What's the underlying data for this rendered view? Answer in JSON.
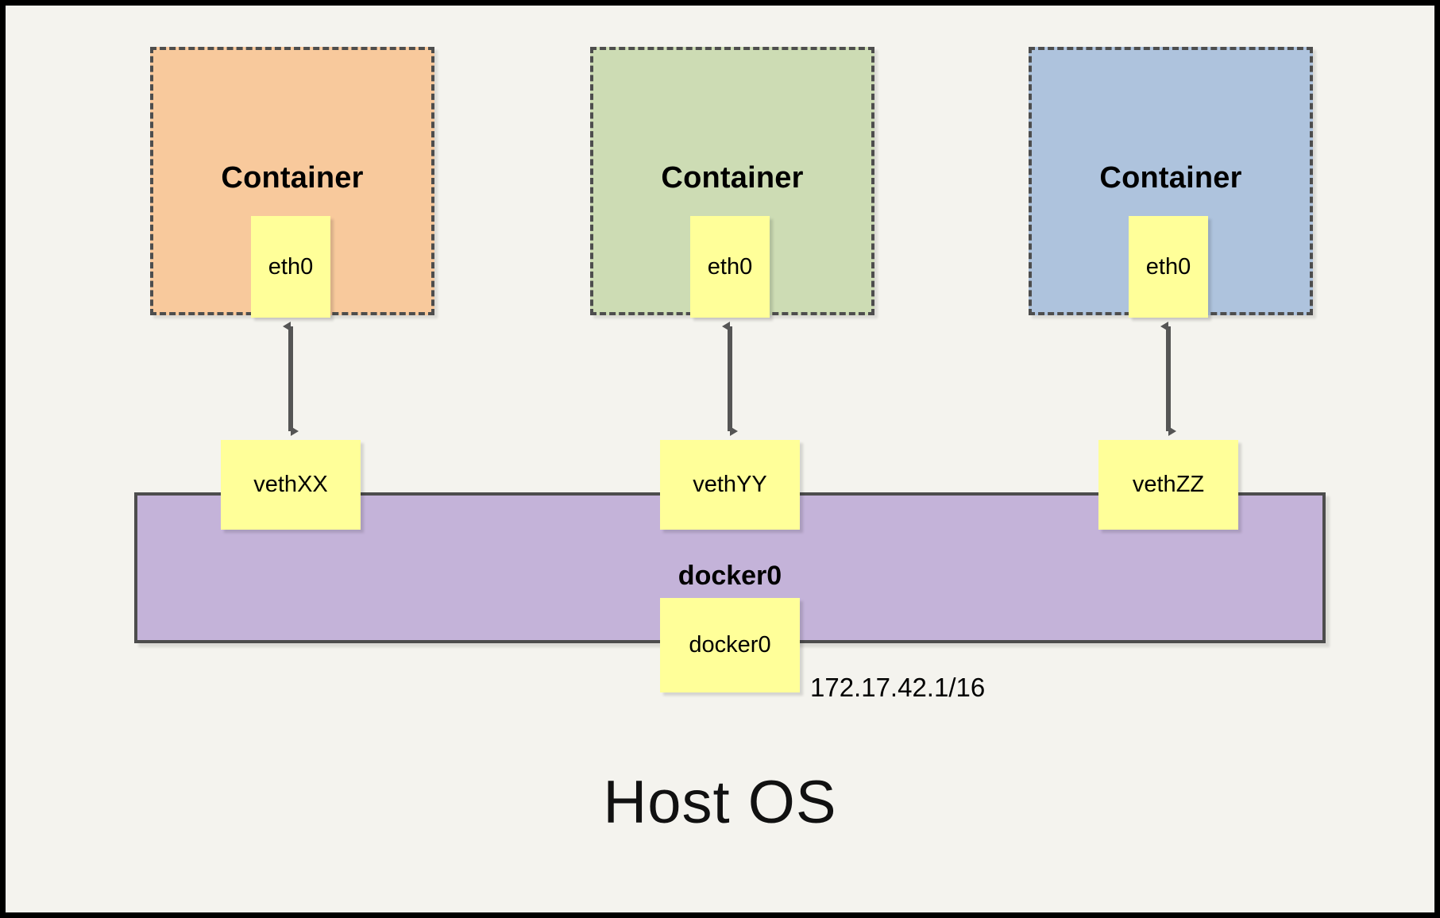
{
  "diagram": {
    "title_bottom": "Host OS",
    "bridge": {
      "name_label": "docker0",
      "interface_label": "docker0",
      "ip_label": "172.17.42.1/16",
      "fill_color": "#c4b3d9",
      "border_color": "#4d4d4d"
    },
    "background_color": "#f4f3ee",
    "frame_color": "#000000",
    "interface_fill_color": "#ffff99",
    "arrow_color": "#555555",
    "containers": [
      {
        "label": "Container",
        "interface_label": "eth0",
        "veth_label": "vethXX",
        "fill_color": "#f8c99c",
        "border_color": "#4d4d4d"
      },
      {
        "label": "Container",
        "interface_label": "eth0",
        "veth_label": "vethYY",
        "fill_color": "#cddcb4",
        "border_color": "#4d4d4d"
      },
      {
        "label": "Container",
        "interface_label": "eth0",
        "veth_label": "vethZZ",
        "fill_color": "#aec3dd",
        "border_color": "#4d4d4d"
      }
    ]
  }
}
